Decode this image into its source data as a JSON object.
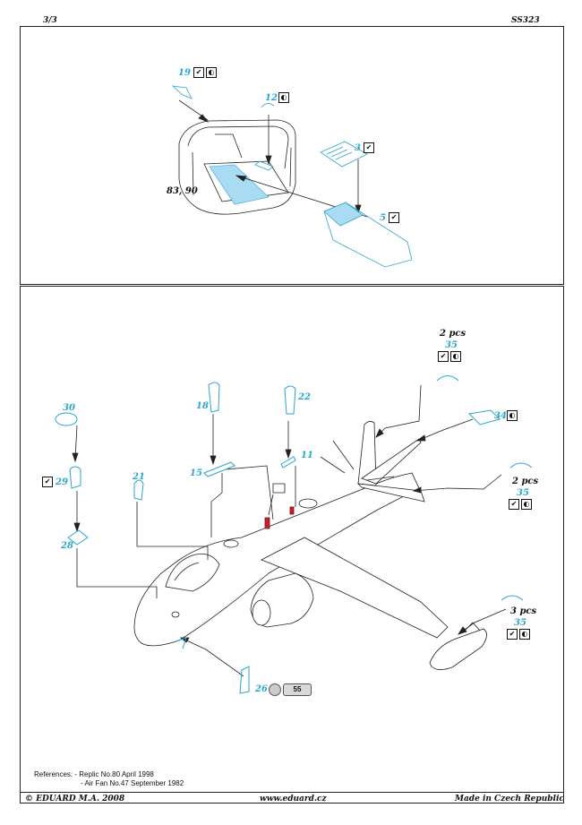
{
  "header": {
    "page": "3/3",
    "code": "SS323"
  },
  "top_panel": {
    "label_83_90": "83, 90",
    "parts": {
      "p19": "19",
      "p12": "12",
      "p3": "3",
      "p5": "5"
    }
  },
  "bottom_panel": {
    "parts": {
      "p30": "30",
      "p29": "29",
      "p28": "28",
      "p18": "18",
      "p15": "15",
      "p21": "21",
      "p22": "22",
      "p11": "11",
      "p35a": "35",
      "p34": "34",
      "p35b": "35",
      "p35c": "35",
      "p26": "26"
    },
    "counts": {
      "c1": "2 pcs",
      "c2": "2 pcs",
      "c3": "3 pcs"
    },
    "ref_part": "55"
  },
  "icons": {
    "bend": "✔",
    "yin": "◐"
  },
  "references": {
    "title": "References:",
    "line1": "- Replic No.80 April 1998",
    "line2": "- Air Fan No.47 September 1982"
  },
  "footer": {
    "copyright": "© EDUARD  M.A. 2008",
    "website": "www.eduard.cz",
    "made_in": "Made in Czech Republic"
  }
}
